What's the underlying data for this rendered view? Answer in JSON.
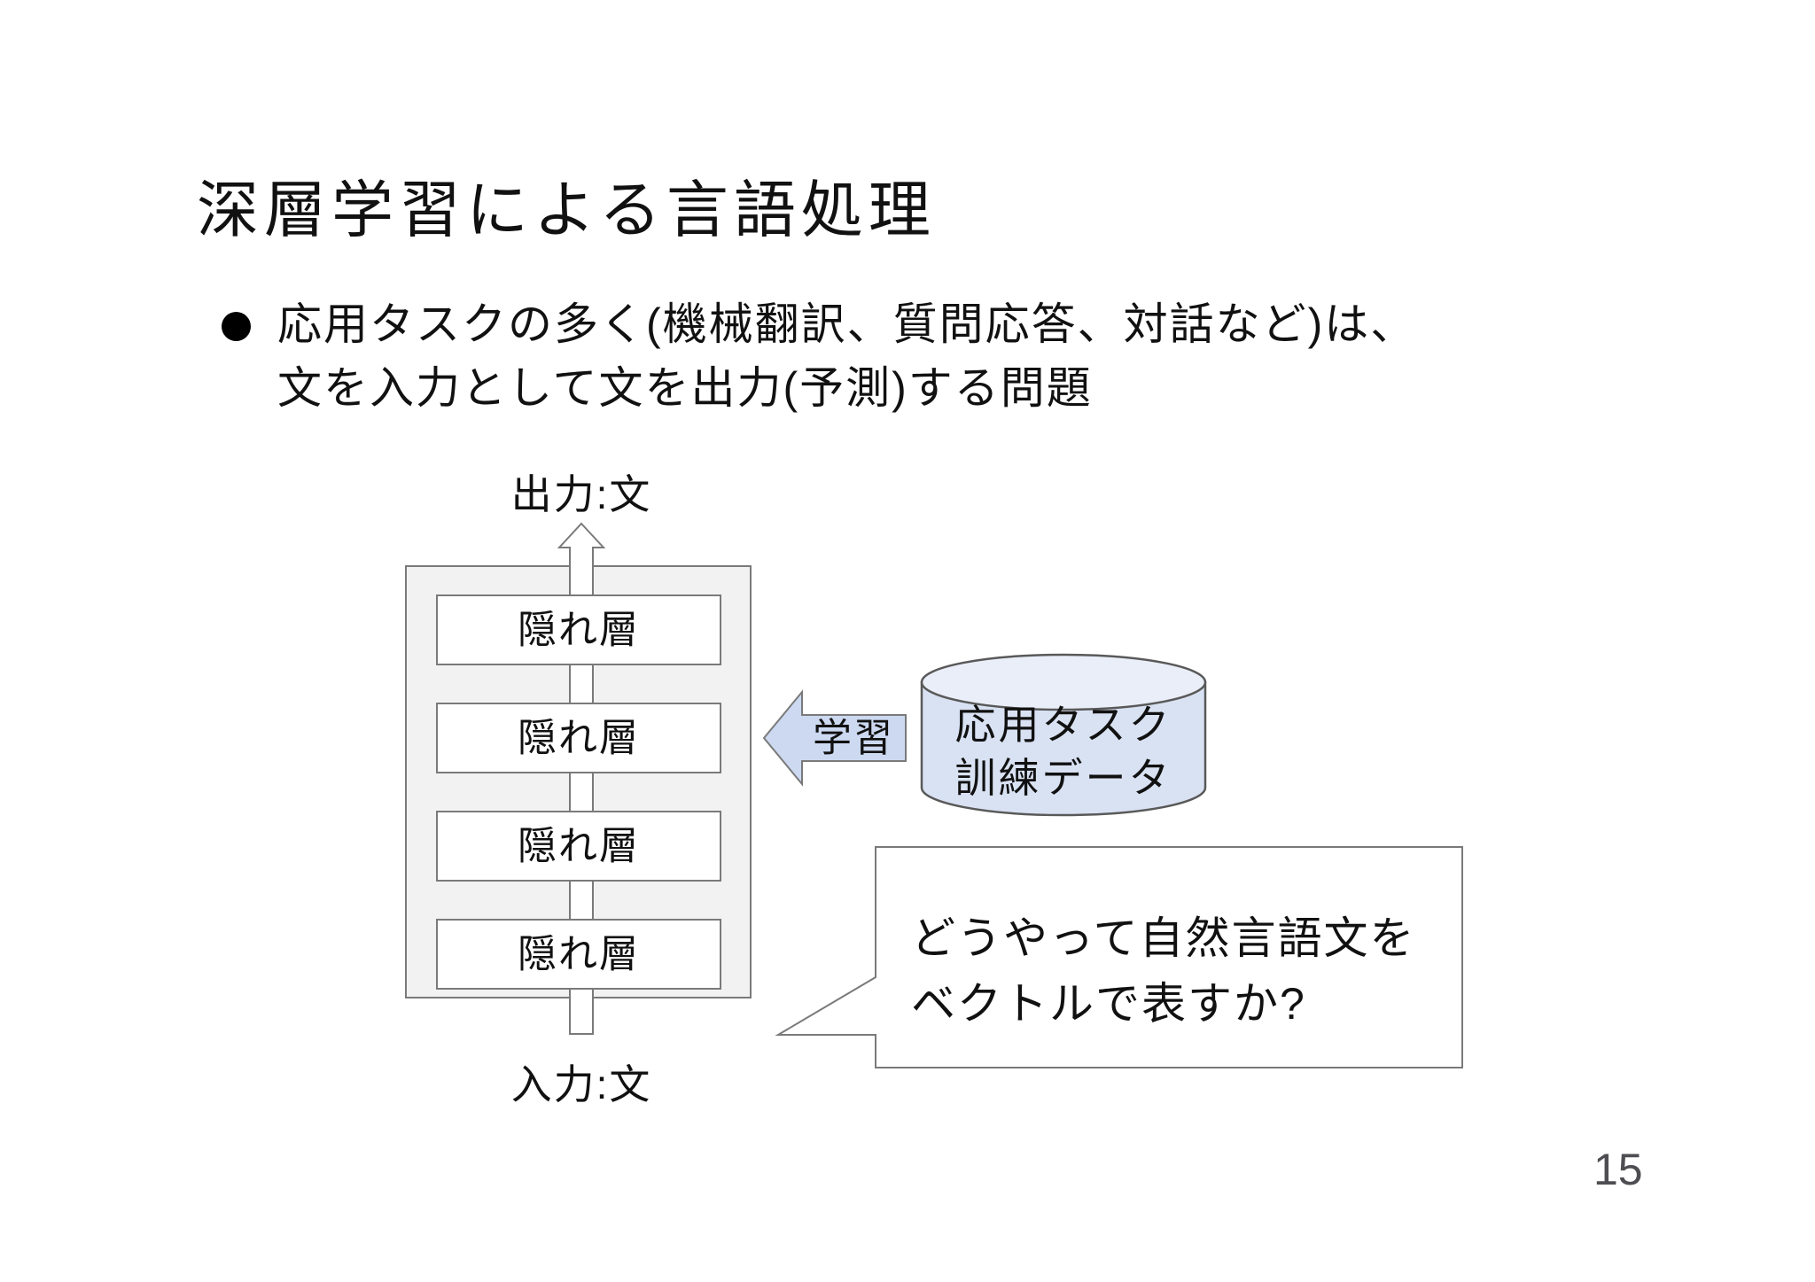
{
  "slide": {
    "title": "深層学習による言語処理",
    "bullet": {
      "line1": "応用タスクの多く(機械翻訳、質問応答、対話など)は、",
      "line2": "文を入力として文を出力(予測)する問題"
    },
    "page_number": "15"
  },
  "diagram": {
    "output_label": "出力:文",
    "input_label": "入力:文",
    "layers": [
      {
        "label": "隠れ層"
      },
      {
        "label": "隠れ層"
      },
      {
        "label": "隠れ層"
      },
      {
        "label": "隠れ層"
      }
    ],
    "learn_arrow_label": "学習",
    "database": {
      "line1": "応用タスク",
      "line2": "訓練データ"
    },
    "callout": {
      "line1": "どうやって自然言語文を",
      "line2": "ベクトルで表すか?"
    },
    "colors": {
      "learn_arrow_fill": "#ccd9f1",
      "cylinder_body": "#d9e2f3",
      "cylinder_top": "#e9eef9",
      "stack_background": "#f2f2f2",
      "shape_stroke": "#7a7a7a",
      "page_number_gray": "#4d4d52"
    }
  }
}
